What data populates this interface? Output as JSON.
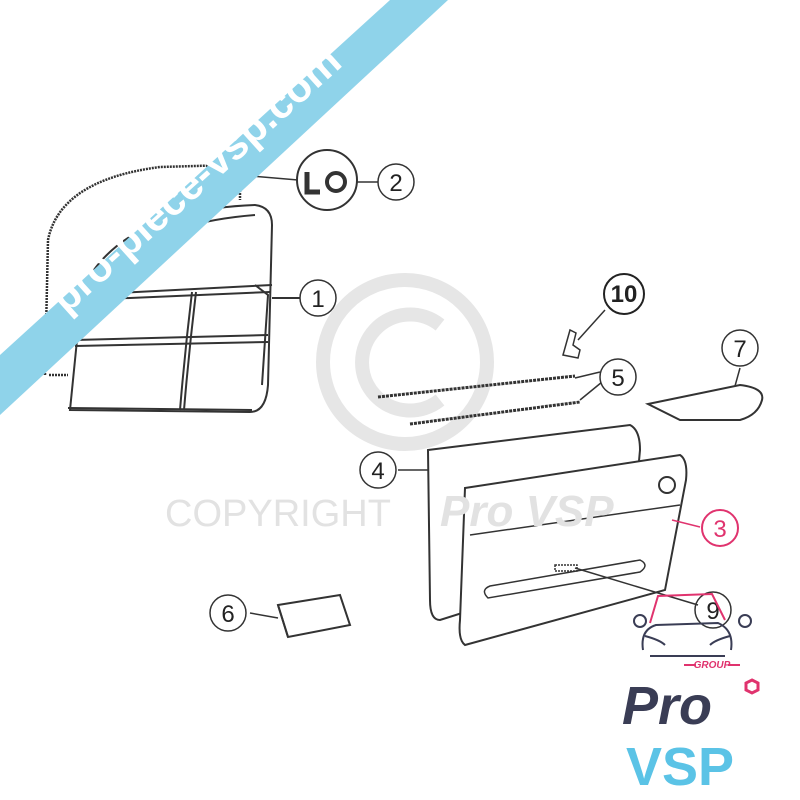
{
  "watermark": {
    "copyright_text": "COPYRIGHT",
    "brand_text": "Pro VSP",
    "banner_text": "pro-piece-vsp.com",
    "banner_color": "#8fd3ea"
  },
  "callouts": [
    {
      "id": "part-1",
      "label": "1"
    },
    {
      "id": "part-2",
      "label": "2"
    },
    {
      "id": "part-3",
      "label": "3",
      "color": "#e0336e"
    },
    {
      "id": "part-4",
      "label": "4"
    },
    {
      "id": "part-5",
      "label": "5"
    },
    {
      "id": "part-6",
      "label": "6"
    },
    {
      "id": "part-7",
      "label": "7"
    },
    {
      "id": "part-9",
      "label": "9"
    },
    {
      "id": "part-10",
      "label": "10"
    }
  ],
  "logo": {
    "group": "GROUP",
    "pro": "Pro",
    "vsp": "VSP",
    "pro_color": "#3a3d55",
    "vsp_color": "#5bc3e6",
    "accent_color": "#e0336e"
  }
}
